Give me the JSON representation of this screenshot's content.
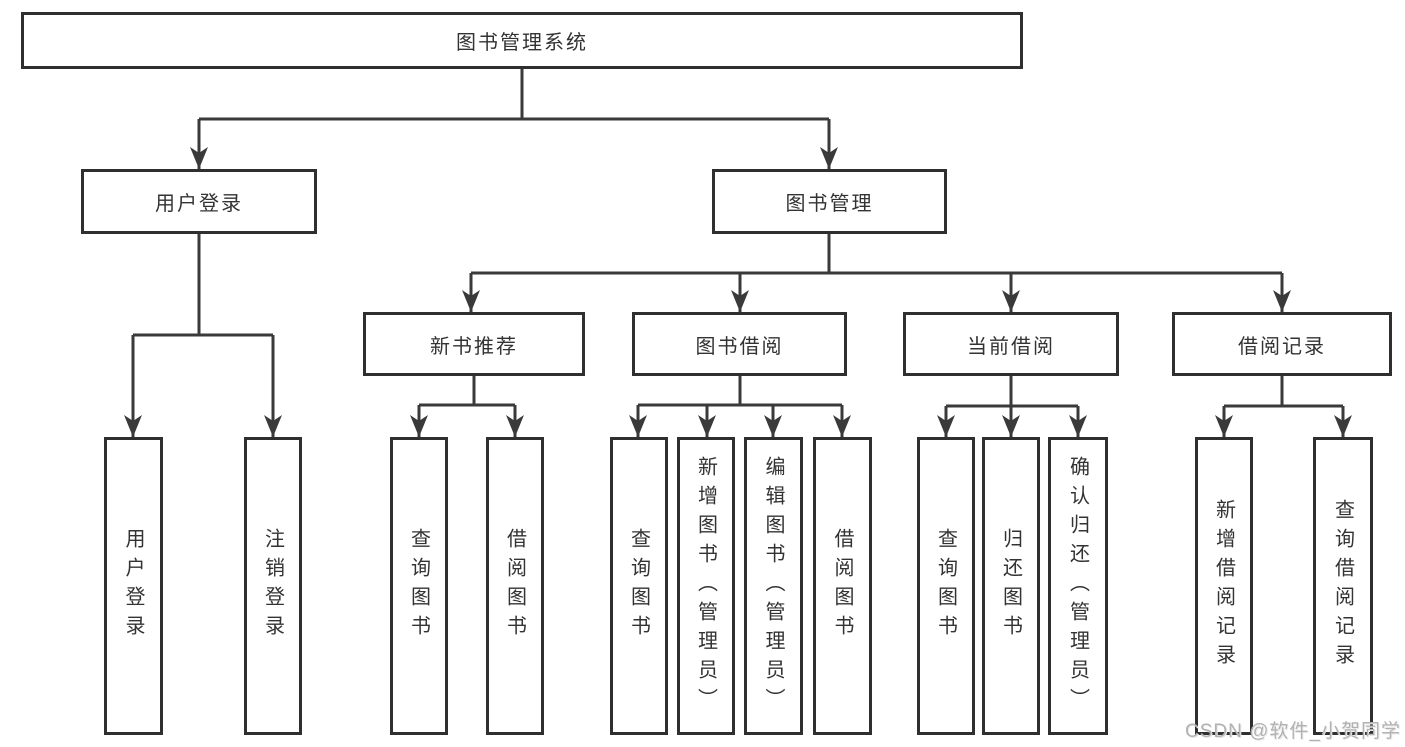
{
  "diagram": {
    "type": "hierarchy-tree",
    "tree": {
      "root": {
        "label": "图书管理系统"
      },
      "level2": [
        {
          "label": "用户登录"
        },
        {
          "label": "图书管理"
        }
      ],
      "level3": [
        {
          "label": "新书推荐",
          "parent": "图书管理"
        },
        {
          "label": "图书借阅",
          "parent": "图书管理"
        },
        {
          "label": "当前借阅",
          "parent": "图书管理"
        },
        {
          "label": "借阅记录",
          "parent": "图书管理"
        }
      ],
      "subtrees": [
        {
          "parent": "用户登录",
          "children": [
            {
              "label": "用户登录"
            },
            {
              "label": "注销登录"
            }
          ]
        },
        {
          "parent": "新书推荐",
          "children": [
            {
              "label": "查询图书"
            },
            {
              "label": "借阅图书"
            }
          ]
        },
        {
          "parent": "图书借阅",
          "children": [
            {
              "label": "查询图书"
            },
            {
              "label": "新增图书（管理员）"
            },
            {
              "label": "编辑图书（管理员）"
            },
            {
              "label": "借阅图书"
            }
          ]
        },
        {
          "parent": "当前借阅",
          "children": [
            {
              "label": "查询图书"
            },
            {
              "label": "归还图书"
            },
            {
              "label": "确认归还（管理员）"
            }
          ]
        },
        {
          "parent": "借阅记录",
          "children": [
            {
              "label": "新增借阅记录"
            },
            {
              "label": "查询借阅记录"
            }
          ]
        }
      ]
    },
    "colors": {
      "line": "#3a3a3a",
      "box_border": "#2f2f2f",
      "text": "#333333",
      "background": "#ffffff",
      "watermark": "#b2b2b2"
    }
  },
  "watermark": {
    "text": "CSDN @软件_小贺同学"
  }
}
